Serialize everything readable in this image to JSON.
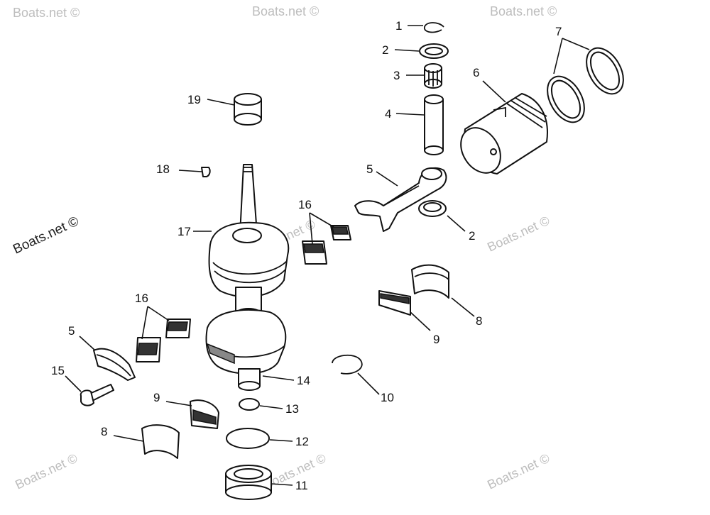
{
  "watermarks": {
    "primary": "Boats.net ©",
    "faded": "Boats.net ©"
  },
  "callouts": {
    "c1": "1",
    "c2a": "2",
    "c2b": "2",
    "c3": "3",
    "c4": "4",
    "c5a": "5",
    "c5b": "5",
    "c6": "6",
    "c7": "7",
    "c8a": "8",
    "c8b": "8",
    "c9a": "9",
    "c9b": "9",
    "c10": "10",
    "c11": "11",
    "c12": "12",
    "c13": "13",
    "c14": "14",
    "c15": "15",
    "c16a": "16",
    "c16b": "16",
    "c17": "17",
    "c18": "18",
    "c19": "19"
  }
}
